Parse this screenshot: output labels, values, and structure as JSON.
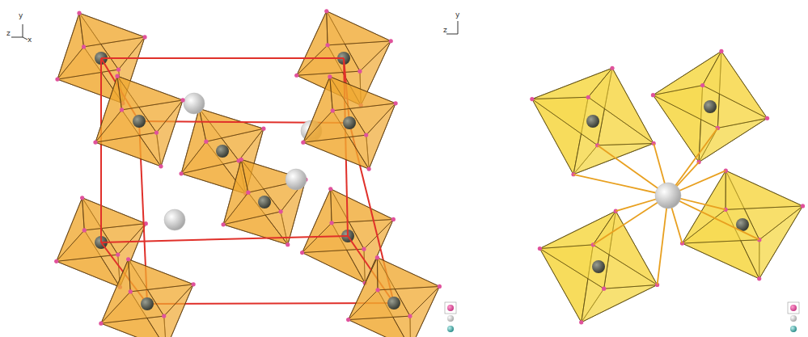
{
  "diagram": {
    "labels": [
      "y",
      "z",
      "x",
      "y",
      "z"
    ]
  }
}
